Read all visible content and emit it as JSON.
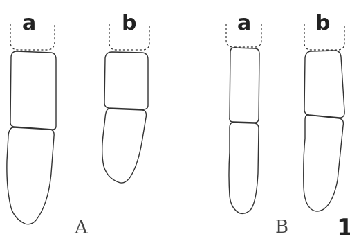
{
  "figure": {
    "number": "1",
    "panels": [
      {
        "label": "A",
        "specimens": [
          {
            "label": "a"
          },
          {
            "label": "b"
          }
        ]
      },
      {
        "label": "B",
        "specimens": [
          {
            "label": "a"
          },
          {
            "label": "b"
          }
        ]
      }
    ]
  }
}
